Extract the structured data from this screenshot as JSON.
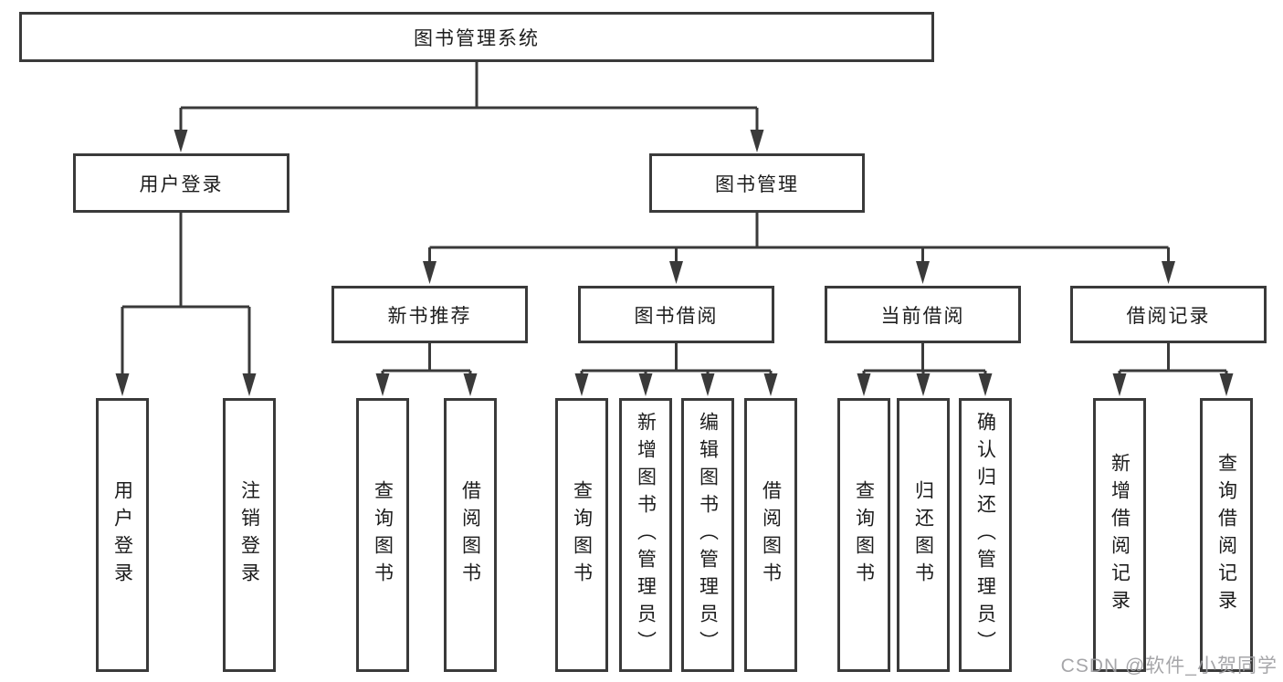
{
  "diagram": {
    "root": {
      "label": "图书管理系统",
      "children": [
        {
          "label": "用户登录",
          "children": [
            {
              "label": "用户登录"
            },
            {
              "label": "注销登录"
            }
          ]
        },
        {
          "label": "图书管理",
          "children": [
            {
              "label": "新书推荐",
              "children": [
                {
                  "label": "查询图书"
                },
                {
                  "label": "借阅图书"
                }
              ]
            },
            {
              "label": "图书借阅",
              "children": [
                {
                  "label": "查询图书"
                },
                {
                  "label": "新增图书（管理员）"
                },
                {
                  "label": "编辑图书（管理员）"
                },
                {
                  "label": "借阅图书"
                }
              ]
            },
            {
              "label": "当前借阅",
              "children": [
                {
                  "label": "查询图书"
                },
                {
                  "label": "归还图书"
                },
                {
                  "label": "确认归还（管理员）"
                }
              ]
            },
            {
              "label": "借阅记录",
              "children": [
                {
                  "label": "新增借阅记录"
                },
                {
                  "label": "查询借阅记录"
                }
              ]
            }
          ]
        }
      ]
    },
    "watermark": "CSDN @软件_小贺同学",
    "colors": {
      "line": "#3a3a3a",
      "text": "#1c1c1c",
      "watermark": "#9e9ea2",
      "background": "#ffffff"
    }
  }
}
